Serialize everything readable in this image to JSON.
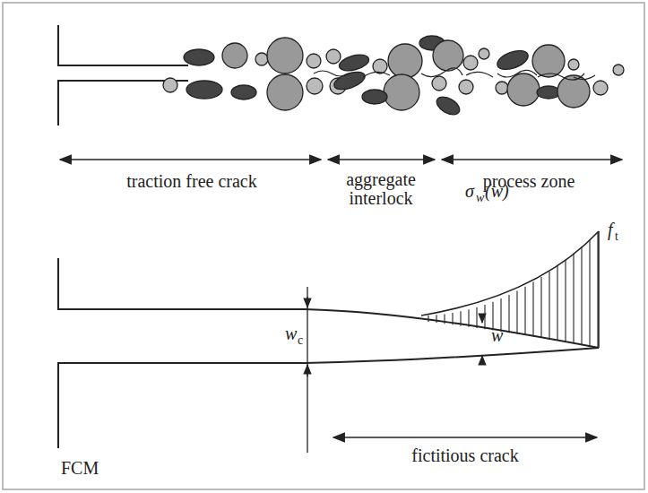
{
  "diagram": {
    "labels": [
      "traction free crack",
      "aggregate interlock",
      "process zone",
      "σ",
      "w",
      "(w)",
      "f",
      "t",
      "w",
      "c",
      "w",
      "FCM",
      "fictitious crack"
    ]
  }
}
